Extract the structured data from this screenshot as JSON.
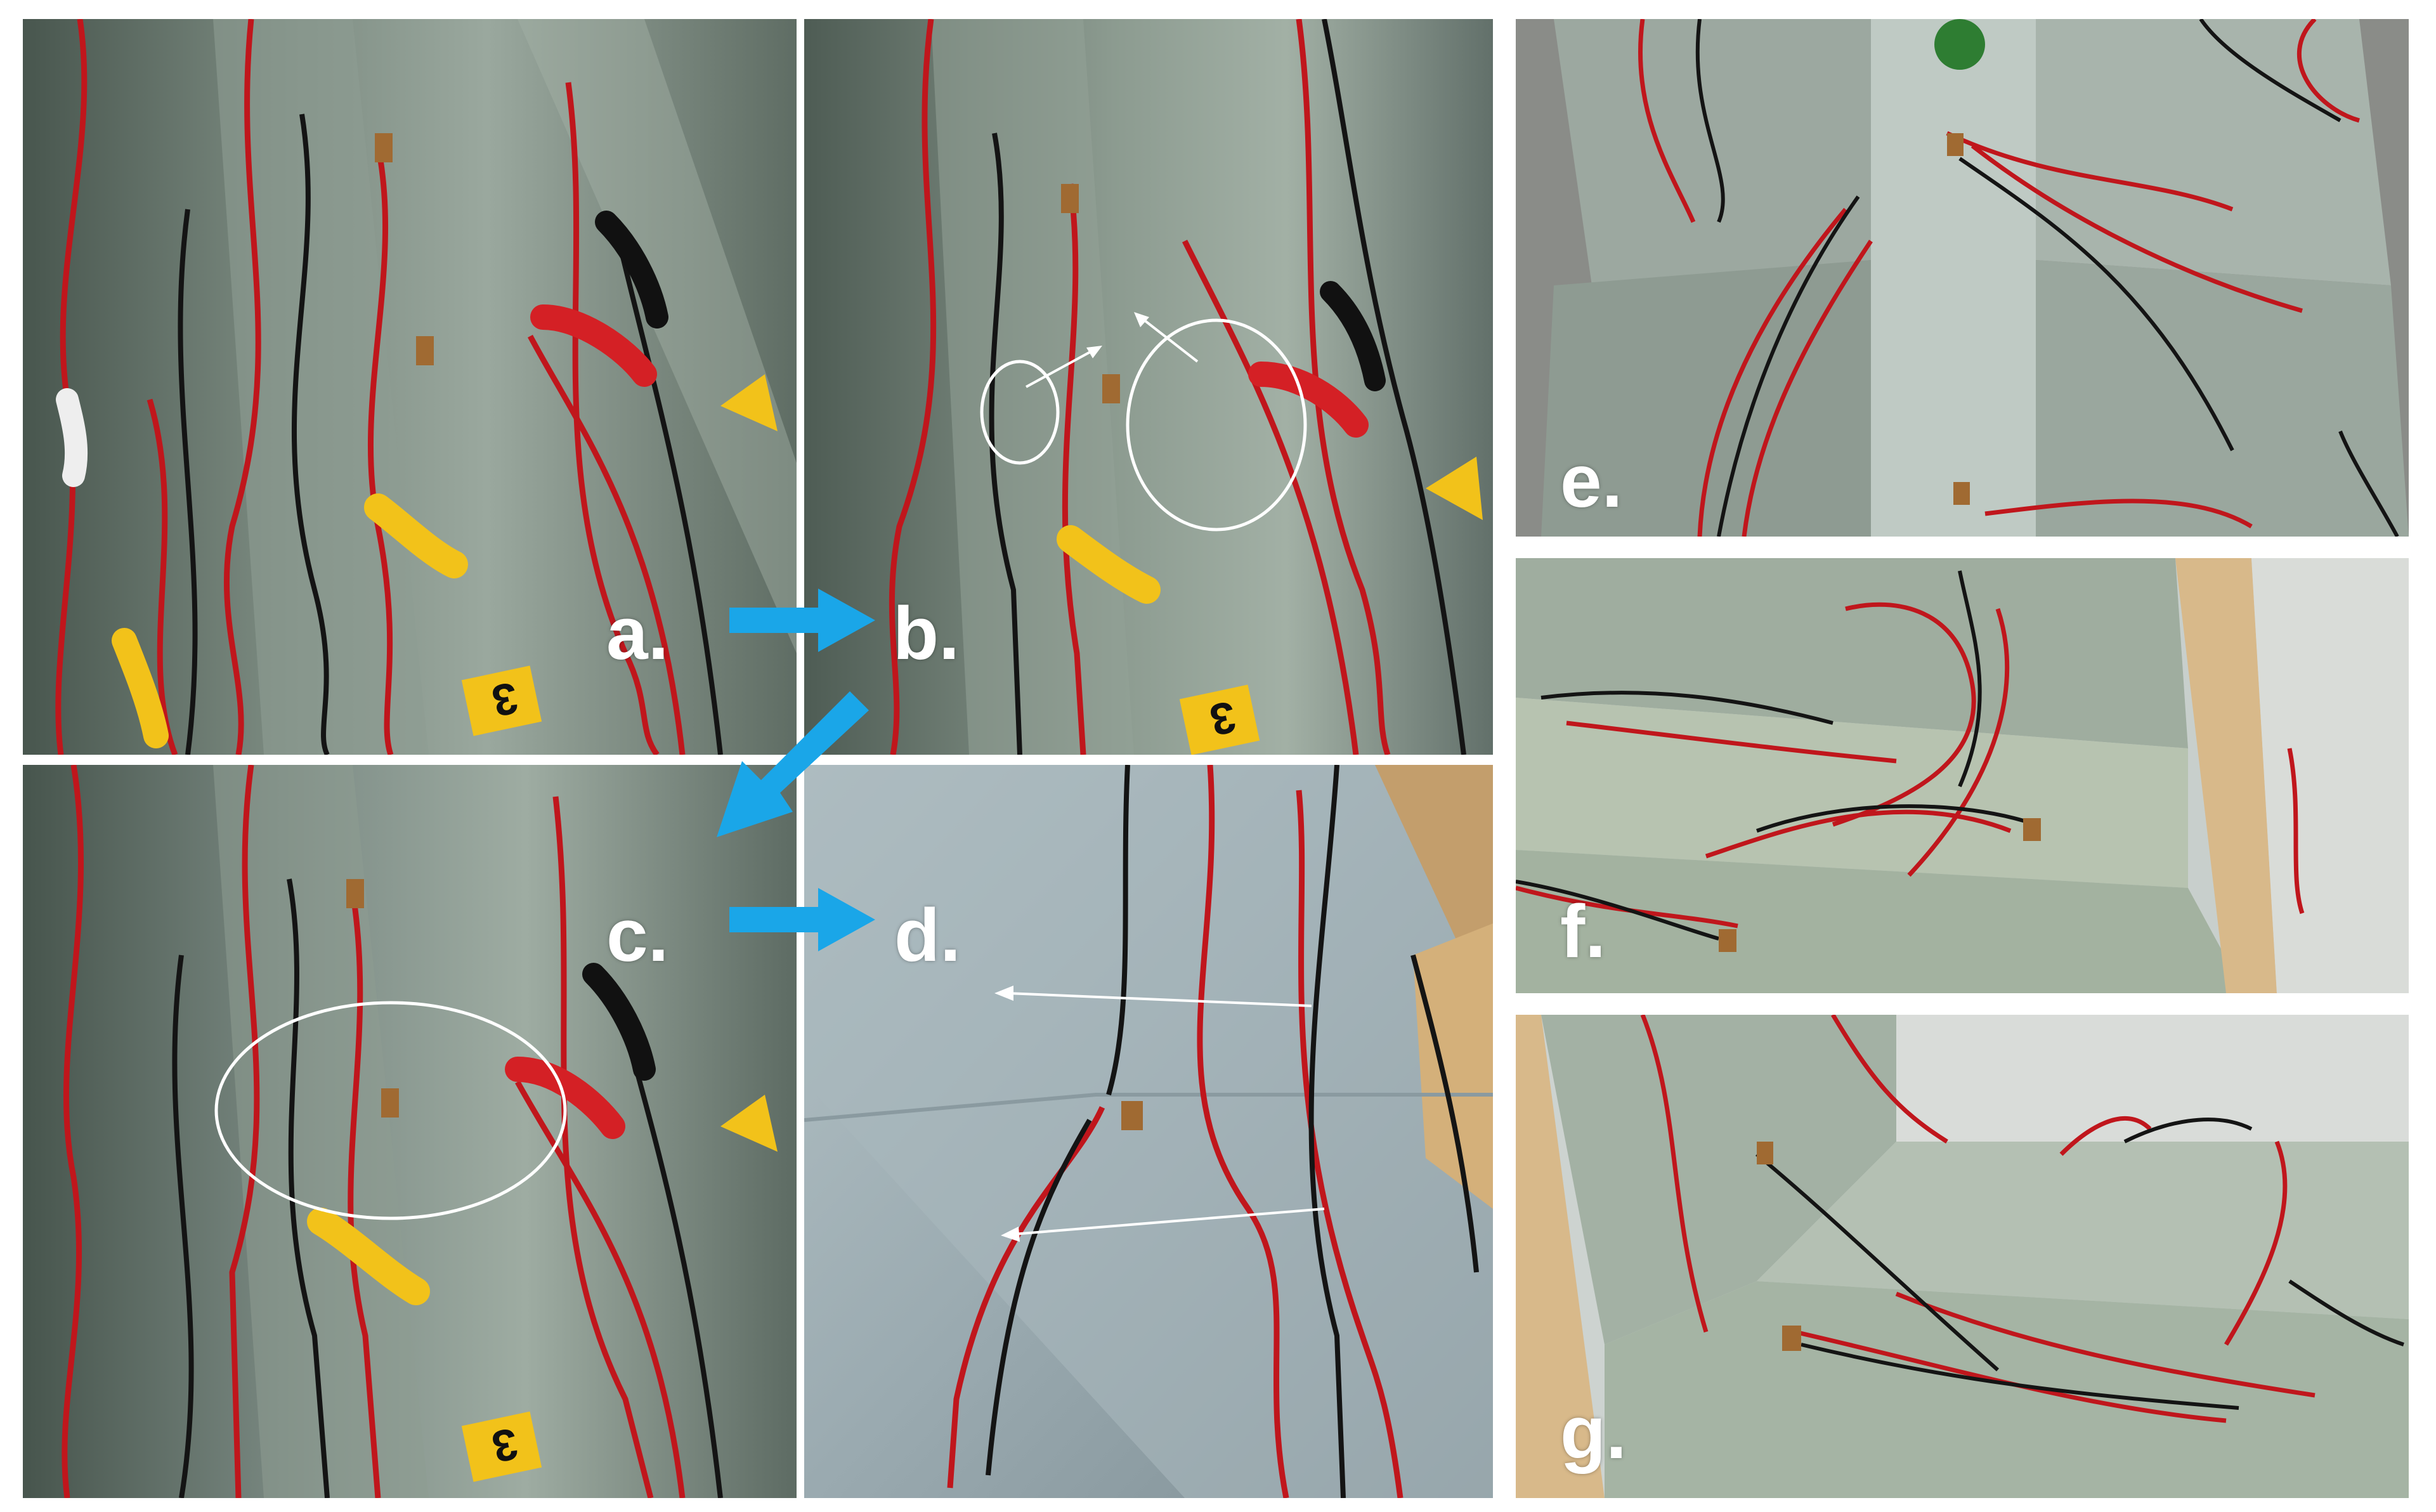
{
  "figure": {
    "panels": [
      {
        "id": "a",
        "label": "a."
      },
      {
        "id": "b",
        "label": "b."
      },
      {
        "id": "c",
        "label": "c."
      },
      {
        "id": "d",
        "label": "d."
      },
      {
        "id": "e",
        "label": "e."
      },
      {
        "id": "f",
        "label": "f."
      },
      {
        "id": "g",
        "label": "g."
      }
    ],
    "marker_tags": {
      "a": "3",
      "b": "3",
      "c": "3"
    },
    "colors": {
      "flow_arrow": "#1aa6e8",
      "annotation": "#ffffff",
      "wire_red": "#c0161c",
      "wire_black": "#141414",
      "composite_green": "#7d8c80",
      "tag_yellow": "#f2c21a",
      "foam_core": "#d8b98a"
    },
    "icons": {
      "flow_arrow": "right-arrow-icon",
      "diagonal_arrow": "down-left-arrow-icon"
    }
  }
}
